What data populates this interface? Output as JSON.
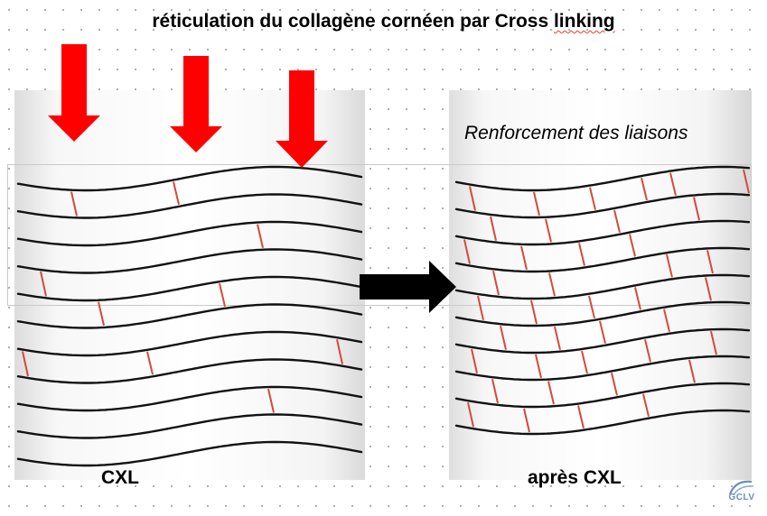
{
  "title_main": "réticulation du collagène cornéen par Cross ",
  "title_squiggle": "linking",
  "caption_left": "CXL",
  "caption_right": "après CXL",
  "annotation_right": "Renforcement des liaisons",
  "logo_text": "GCLV",
  "colors": {
    "fiber": "#111111",
    "crosslink": "#d24a3a",
    "uv_arrow": "#ff0000",
    "process_arrow": "#000000",
    "logo": "#6b8fb8"
  },
  "icons": {
    "uv_arrows": "down-arrow-icon",
    "process_arrow": "right-arrow-icon",
    "logo": "gclv-logo-icon"
  }
}
